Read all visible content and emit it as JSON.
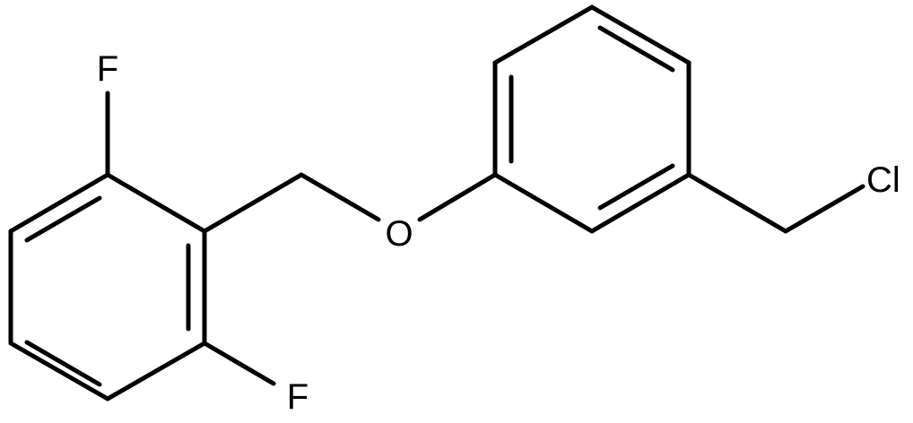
{
  "atoms": {
    "fluorine_top": "F",
    "fluorine_bottom": "F",
    "oxygen": "O",
    "chlorine": "Cl"
  },
  "colors": {
    "bond": "#000000",
    "label": "#000000",
    "background": "#ffffff"
  }
}
